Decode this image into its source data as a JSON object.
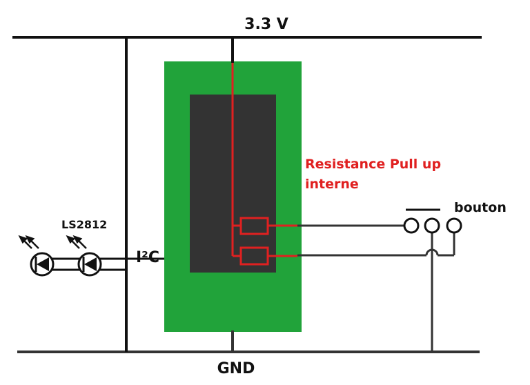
{
  "labels": {
    "vcc": "3.3 V",
    "gnd": "GND",
    "i2c": "I²C",
    "led": "LS2812",
    "pullup_line1": "Resistance Pull up",
    "pullup_line2": "interne",
    "button": "bouton"
  },
  "colors": {
    "board": "#21a33a",
    "chip": "#333333",
    "wire": "#111111",
    "wire_gray": "#333333",
    "pullup": "#e02020"
  }
}
